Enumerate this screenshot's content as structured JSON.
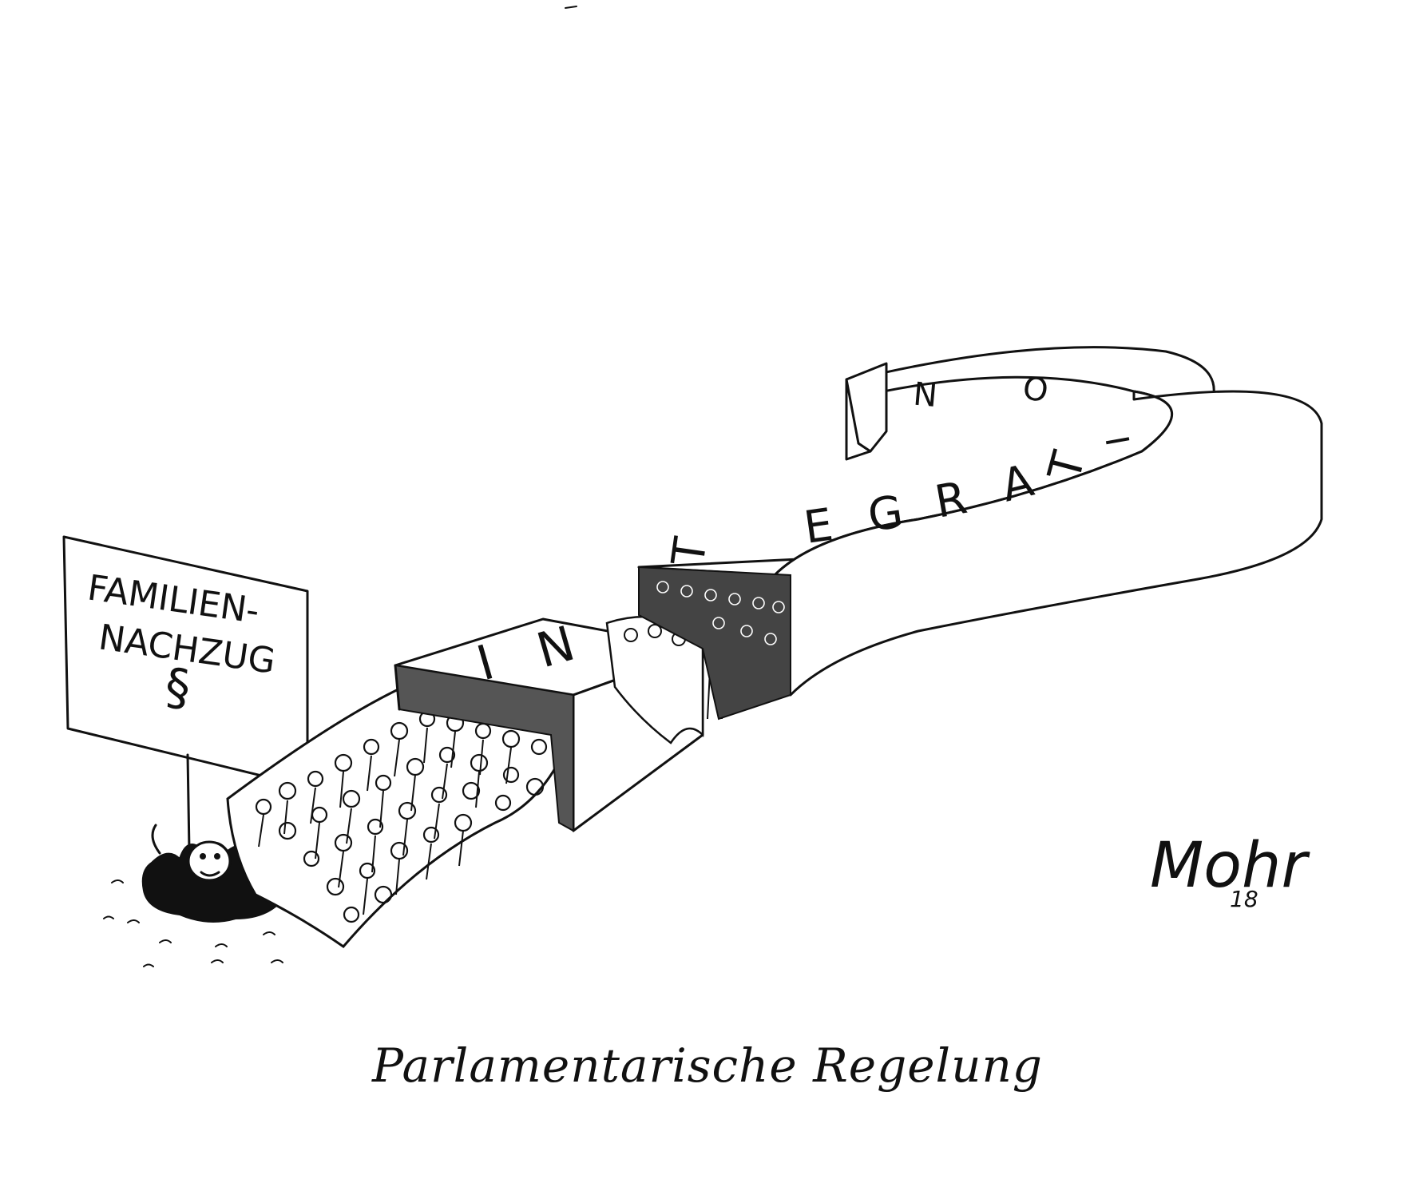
{
  "sign": {
    "line1": "FAMILIEN-",
    "line2": "NACHZUG",
    "symbol": "§"
  },
  "question_mark": {
    "letters_block1": [
      "I",
      "N"
    ],
    "letters_block2": [
      "T",
      "E",
      "G",
      "R",
      "A",
      "T",
      "I",
      "O",
      "N"
    ]
  },
  "signature": {
    "name": "Mohr",
    "year": "18"
  },
  "caption": "Parlamentarische Regelung",
  "colors": {
    "ink": "#111111",
    "paper": "#ffffff"
  }
}
